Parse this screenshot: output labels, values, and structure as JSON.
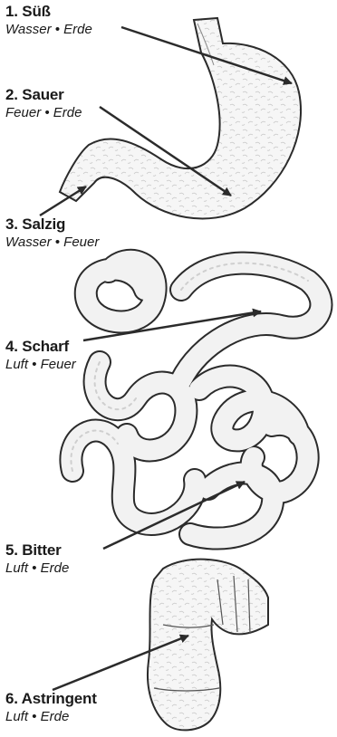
{
  "tastes": [
    {
      "taste": "1. Süß",
      "elements": "Wasser • Erde"
    },
    {
      "taste": "2. Sauer",
      "elements": "Feuer • Erde"
    },
    {
      "taste": "3. Salzig",
      "elements": "Wasser • Feuer"
    },
    {
      "taste": "4. Scharf",
      "elements": "Luft • Feuer"
    },
    {
      "taste": "5. Bitter",
      "elements": "Luft • Erde"
    },
    {
      "taste": "6. Astringent",
      "elements": "Luft • Erde"
    }
  ],
  "colors": {
    "ink": "#1a1a1a",
    "organ_fill": "#f4f4f4",
    "organ_stroke": "#2b2b2b"
  }
}
